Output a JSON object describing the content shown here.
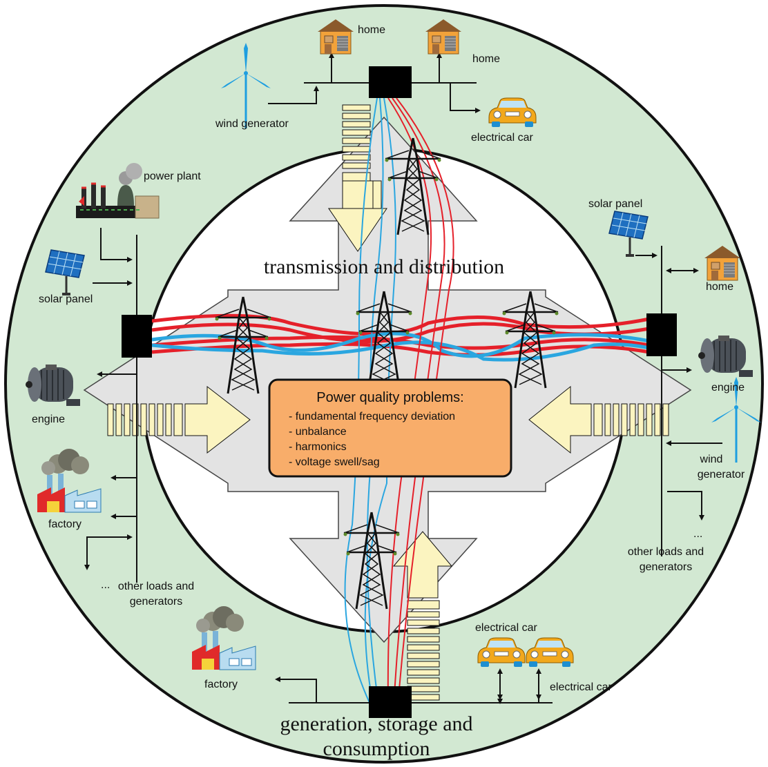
{
  "colors": {
    "ring": "#d2e8d2",
    "cross": "#e3e3e3",
    "callout": "#f8ad6a",
    "arrow_fill": "#fbf4c0",
    "wire_red": "#e5202a",
    "wire_blue": "#2aa6e0",
    "box": "#000000"
  },
  "sections": {
    "top": "transmission and distribution",
    "bottom_line1": "generation, storage  and",
    "bottom_line2": "consumption"
  },
  "callout": {
    "title": "Power quality problems:",
    "items": [
      "- fundamental frequency deviation",
      "- unbalance",
      "- harmonics",
      "- voltage swell/sag"
    ]
  },
  "labels": {
    "home_top_left": "home",
    "home_top_right": "home",
    "wind_generator_top": "wind  generator",
    "electrical_car_top": "electrical car",
    "power_plant": "power plant",
    "solar_panel_left": "solar panel",
    "engine_left": "engine",
    "factory_left": "factory",
    "other_loads_left_dots": "...",
    "other_loads_left_line1": "other loads and",
    "other_loads_left_line2": "generators",
    "solar_panel_right": "solar panel",
    "home_right": "home",
    "engine_right": "engine",
    "wind_right_line1": "wind",
    "wind_right_line2": "generator",
    "other_loads_right_dots": "...",
    "other_loads_right_line1": "other loads and",
    "other_loads_right_line2": "generators",
    "electrical_car_bottom_1": "electrical car",
    "electrical_car_bottom_2": "electrical car",
    "factory_bottom": "factory"
  },
  "icons": [
    "home-icon",
    "wind-turbine-icon",
    "electric-car-icon",
    "power-plant-icon",
    "solar-panel-icon",
    "engine-icon",
    "factory-icon",
    "transmission-tower-icon",
    "junction-box-icon"
  ]
}
